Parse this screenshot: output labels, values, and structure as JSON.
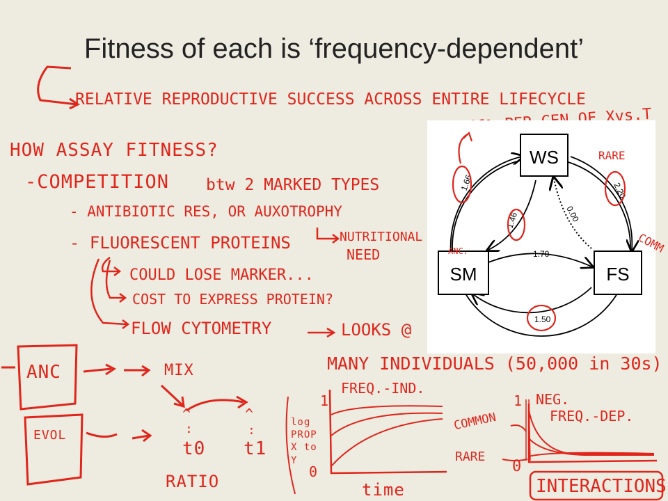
{
  "slide": {
    "title": "Fitness of each is ‘frequency-dependent’",
    "ink_color": "#e0251b"
  },
  "notes": {
    "relative": "RELATIVE REPRODUCTIVE SUCCESS ACROSS ENTIRE LIFECYCLE",
    "per_gen": "66% PER GEN OF Xvs.T",
    "how_assay": "HOW ASSAY FITNESS?",
    "competition": "-COMPETITION",
    "btw": "btw 2 MARKED TYPES",
    "antibiotic": "- ANTIBIOTIC RES, OR AUXOTROPHY",
    "fluorescent": "- FLUORESCENT PROTEINS",
    "nutritional": "NUTRITIONAL",
    "need": "NEED",
    "lose_marker": "COULD LOSE MARKER...",
    "cost": "COST TO EXPRESS PROTEIN?",
    "flow": "FLOW CYTOMETRY",
    "looks": "LOOKS @",
    "many": "MANY INDIVIDUALS (50,000 in 30s)",
    "anc": "ANC",
    "evol": "EVOL",
    "mix": "MIX",
    "t0": "t0",
    "t1": "t1",
    "ratio": "RATIO",
    "freq_ind": "FREQ.-IND.",
    "one_left": "1",
    "zero_left": "0",
    "log_prop": "log PROP X to Y",
    "time": "time",
    "common": "COMMON",
    "rare": "RARE",
    "one_right": "1",
    "zero_right": "0",
    "neg": "NEG.",
    "freq_dep": "FREQ.-DEP.",
    "interactions": "INTERACTIONS"
  },
  "figure": {
    "nodes": {
      "ws": "WS",
      "sm": "SM",
      "fs": "FS"
    },
    "edges": {
      "sm_ws": "1.66",
      "ws_fs": "2.20",
      "ws_sm": "1.46",
      "fs_ws": "0.00",
      "sm_fs": "1.70",
      "fs_sm": "1.50"
    },
    "annotations": {
      "rare": "RARE",
      "comm": "COMM",
      "anc": "ANC."
    }
  }
}
